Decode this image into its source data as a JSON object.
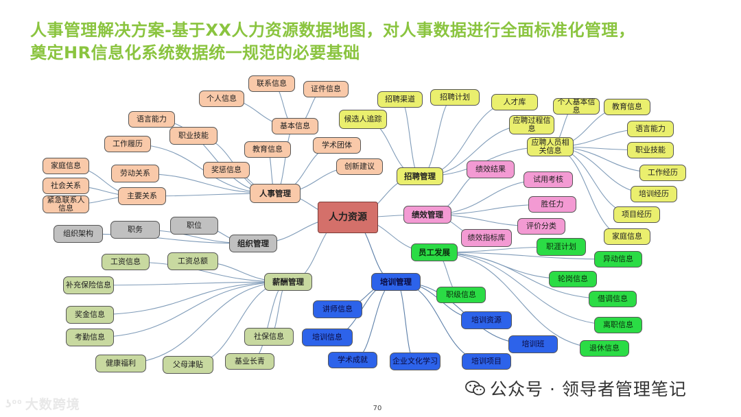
{
  "title": {
    "line1": "人事管理解决方案-基于XX人力资源数据地图，对人事数据进行全面标准化管理，",
    "line2": "奠定HR信息化系统数据统一规范的必要基础"
  },
  "page_number": "70",
  "watermark_left": "大数跨境",
  "watermark_right": "公众号 · 领导者管理笔记",
  "colors": {
    "title": "#8ac43f",
    "root": "#d4706a",
    "personnel": "#f9c9a9",
    "recruit": "#eaef6e",
    "performance": "#f39ad3",
    "development": "#2bdc45",
    "training": "#2d63ea",
    "salary": "#c8d9a0",
    "org": "#c0c0c0"
  },
  "diagram": {
    "root": {
      "id": "root",
      "label": "人力资源"
    },
    "nodes": [
      {
        "id": "personnel",
        "label": "人事管理",
        "branch": "personnel",
        "parent": "root"
      },
      {
        "id": "basic",
        "label": "基本信息",
        "branch": "personnel",
        "parent": "personnel"
      },
      {
        "id": "personal",
        "label": "个人信息",
        "branch": "personnel",
        "parent": "basic"
      },
      {
        "id": "contact",
        "label": "联系信息",
        "branch": "personnel",
        "parent": "basic"
      },
      {
        "id": "cert",
        "label": "证件信息",
        "branch": "personnel",
        "parent": "basic"
      },
      {
        "id": "lang-p",
        "label": "语言能力",
        "branch": "personnel",
        "parent": "personnel"
      },
      {
        "id": "skill-p",
        "label": "职业技能",
        "branch": "personnel",
        "parent": "personnel"
      },
      {
        "id": "workhist-p",
        "label": "工作履历",
        "branch": "personnel",
        "parent": "personnel"
      },
      {
        "id": "edu-p",
        "label": "教育信息",
        "branch": "personnel",
        "parent": "personnel"
      },
      {
        "id": "academic",
        "label": "学术团体",
        "branch": "personnel",
        "parent": "personnel"
      },
      {
        "id": "innovation",
        "label": "创新建议",
        "branch": "personnel",
        "parent": "personnel"
      },
      {
        "id": "award",
        "label": "奖惩信息",
        "branch": "personnel",
        "parent": "personnel"
      },
      {
        "id": "labor",
        "label": "劳动关系",
        "branch": "personnel",
        "parent": "personnel"
      },
      {
        "id": "mainrel",
        "label": "主要关系",
        "branch": "personnel",
        "parent": "personnel"
      },
      {
        "id": "family-p",
        "label": "家庭信息",
        "branch": "personnel",
        "parent": "mainrel"
      },
      {
        "id": "social",
        "label": "社会关系",
        "branch": "personnel",
        "parent": "mainrel"
      },
      {
        "id": "emergency",
        "label": "紧急联系人信息",
        "branch": "personnel",
        "parent": "mainrel"
      },
      {
        "id": "recruit",
        "label": "招聘管理",
        "branch": "recruit",
        "parent": "root"
      },
      {
        "id": "channel",
        "label": "招聘渠道",
        "branch": "recruit",
        "parent": "recruit"
      },
      {
        "id": "plan",
        "label": "招聘计划",
        "branch": "recruit",
        "parent": "recruit"
      },
      {
        "id": "talent",
        "label": "人才库",
        "branch": "recruit",
        "parent": "recruit"
      },
      {
        "id": "tracking",
        "label": "候选人追踪",
        "branch": "recruit",
        "parent": "recruit"
      },
      {
        "id": "process",
        "label": "应聘过程信息",
        "branch": "recruit",
        "parent": "recruit"
      },
      {
        "id": "applicant",
        "label": "应聘人员相关信息",
        "branch": "recruit",
        "parent": "recruit"
      },
      {
        "id": "a-personal",
        "label": "个人基本信息",
        "branch": "recruit",
        "parent": "applicant"
      },
      {
        "id": "a-edu",
        "label": "教育信息",
        "branch": "recruit",
        "parent": "applicant"
      },
      {
        "id": "a-lang",
        "label": "语言能力",
        "branch": "recruit",
        "parent": "applicant"
      },
      {
        "id": "a-skill",
        "label": "职业技能",
        "branch": "recruit",
        "parent": "applicant"
      },
      {
        "id": "a-work",
        "label": "工作经历",
        "branch": "recruit",
        "parent": "applicant"
      },
      {
        "id": "a-train",
        "label": "培训经历",
        "branch": "recruit",
        "parent": "applicant"
      },
      {
        "id": "a-project",
        "label": "项目经历",
        "branch": "recruit",
        "parent": "applicant"
      },
      {
        "id": "a-family",
        "label": "家庭信息",
        "branch": "recruit",
        "parent": "applicant"
      },
      {
        "id": "perf",
        "label": "绩效管理",
        "branch": "performance",
        "parent": "root"
      },
      {
        "id": "perf-result",
        "label": "绩效结果",
        "branch": "performance",
        "parent": "perf"
      },
      {
        "id": "probation",
        "label": "试用考核",
        "branch": "performance",
        "parent": "perf"
      },
      {
        "id": "competency",
        "label": "胜任力",
        "branch": "performance",
        "parent": "perf"
      },
      {
        "id": "evaluation",
        "label": "评价分类",
        "branch": "performance",
        "parent": "perf"
      },
      {
        "id": "kpi",
        "label": "绩效指标库",
        "branch": "performance",
        "parent": "perf"
      },
      {
        "id": "dev",
        "label": "员工发展",
        "branch": "development",
        "parent": "root"
      },
      {
        "id": "career",
        "label": "职涯计划",
        "branch": "development",
        "parent": "dev"
      },
      {
        "id": "transfer",
        "label": "异动信息",
        "branch": "development",
        "parent": "dev"
      },
      {
        "id": "rotation",
        "label": "轮岗信息",
        "branch": "development",
        "parent": "dev"
      },
      {
        "id": "secondment",
        "label": "借调信息",
        "branch": "development",
        "parent": "dev"
      },
      {
        "id": "rank",
        "label": "职级信息",
        "branch": "development",
        "parent": "dev"
      },
      {
        "id": "leave",
        "label": "离职信息",
        "branch": "development",
        "parent": "dev"
      },
      {
        "id": "retire",
        "label": "退休信息",
        "branch": "development",
        "parent": "dev"
      },
      {
        "id": "training",
        "label": "培训管理",
        "branch": "training",
        "parent": "root"
      },
      {
        "id": "lecturer",
        "label": "讲师信息",
        "branch": "training",
        "parent": "training"
      },
      {
        "id": "train-info",
        "label": "培训信息",
        "branch": "training",
        "parent": "training"
      },
      {
        "id": "achievement",
        "label": "学术成就",
        "branch": "training",
        "parent": "training"
      },
      {
        "id": "culture",
        "label": "企业文化学习",
        "branch": "training",
        "parent": "training"
      },
      {
        "id": "train-project",
        "label": "培训项目",
        "branch": "training",
        "parent": "training"
      },
      {
        "id": "train-class",
        "label": "培训班",
        "branch": "training",
        "parent": "training"
      },
      {
        "id": "train-resource",
        "label": "培训资源",
        "branch": "training",
        "parent": "training"
      },
      {
        "id": "salary",
        "label": "薪酬管理",
        "branch": "salary",
        "parent": "root"
      },
      {
        "id": "wage",
        "label": "工资信息",
        "branch": "salary",
        "parent": "salary"
      },
      {
        "id": "wage-total",
        "label": "工资总额",
        "branch": "salary",
        "parent": "salary"
      },
      {
        "id": "insurance",
        "label": "补充保险信息",
        "branch": "salary",
        "parent": "salary"
      },
      {
        "id": "bonus",
        "label": "奖金信息",
        "branch": "salary",
        "parent": "salary"
      },
      {
        "id": "attendance",
        "label": "考勤信息",
        "branch": "salary",
        "parent": "salary"
      },
      {
        "id": "welfare",
        "label": "健康福利",
        "branch": "salary",
        "parent": "salary"
      },
      {
        "id": "parent-sub",
        "label": "父母津贴",
        "branch": "salary",
        "parent": "salary"
      },
      {
        "id": "fund",
        "label": "基业长青",
        "branch": "salary",
        "parent": "salary"
      },
      {
        "id": "social-sec",
        "label": "社保信息",
        "branch": "salary",
        "parent": "salary"
      },
      {
        "id": "org",
        "label": "组织管理",
        "branch": "org",
        "parent": "root"
      },
      {
        "id": "org-struct",
        "label": "组织架构",
        "branch": "org",
        "parent": "org"
      },
      {
        "id": "duty",
        "label": "职务",
        "branch": "org",
        "parent": "org"
      },
      {
        "id": "position",
        "label": "职位",
        "branch": "org",
        "parent": "org"
      }
    ]
  }
}
